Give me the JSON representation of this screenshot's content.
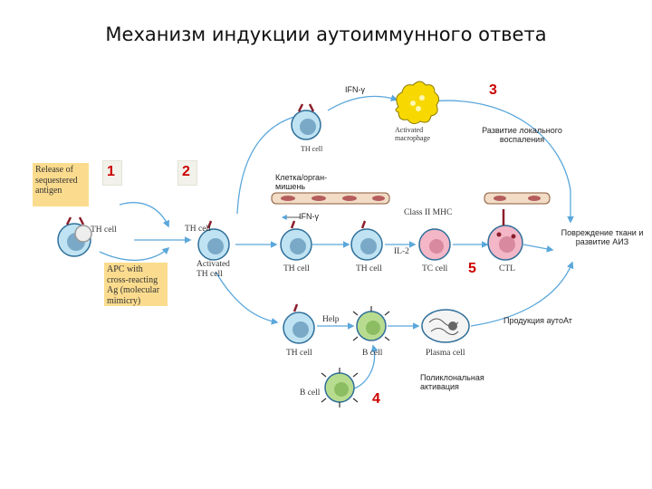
{
  "title": "Механизм индукции аутоиммунного ответа",
  "colors": {
    "arrow": "#5aa7db",
    "number": "#cc0000",
    "yellow_box": "#fbdc8e",
    "t_cell": "#bfe3f2",
    "t_cell_border": "#2f6f9a",
    "tc_cell": "#f3b7c7",
    "b_cell": "#b8dc8f",
    "macrophage": "#f7d800",
    "receptor": "#8b1e2b"
  },
  "numbers": [
    "1",
    "2",
    "3",
    "4",
    "5"
  ],
  "boxes": {
    "release": "Release of sequestered antigen",
    "apc": "APC with cross-reacting Ag (molecular mimicry)"
  },
  "labels": {
    "ifn_top": "IFN-γ",
    "th_top": "TH cell",
    "macrophage": "Activated macrophage",
    "local_inflammation": "Развитие локального воспаления",
    "target": "Клетка/орган-мишень",
    "th_left": "TH cell",
    "th_mid": "TH cell",
    "activated_th": "Activated TH cell",
    "ifn_mid": "IFN-γ",
    "class2": "Class II MHC",
    "th_row_a": "TH cell",
    "th_row_b": "TH cell",
    "il2": "IL-2",
    "tc_cell": "TC cell",
    "ctl": "CTL",
    "damage": "Повреждение ткани и развитие АИЗ",
    "autoab": "Продукция аутоАт",
    "help": "Help",
    "th_bottom": "TH cell",
    "b_cell_mid": "B cell",
    "plasma": "Plasma cell",
    "b_cell_low": "B cell",
    "polyclonal": "Поликлональная активация"
  }
}
